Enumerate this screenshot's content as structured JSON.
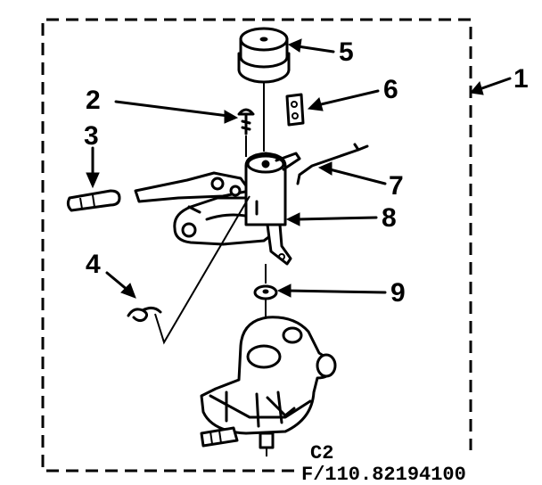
{
  "callouts": {
    "n1": "1",
    "n2": "2",
    "n3": "3",
    "n4": "4",
    "n5": "5",
    "n6": "6",
    "n7": "7",
    "n8": "8",
    "n9": "9"
  },
  "footer": {
    "section_code": "C2",
    "figure_number": "F/110.82194100"
  }
}
